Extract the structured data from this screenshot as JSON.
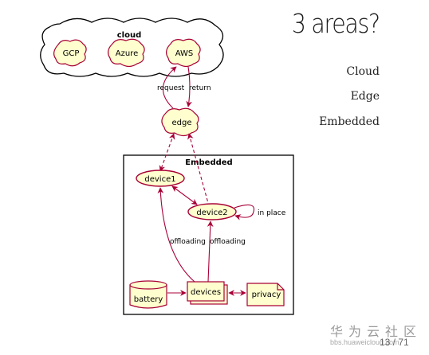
{
  "slide": {
    "title": "3 areas?",
    "areas": [
      "Cloud",
      "Edge",
      "Embedded"
    ],
    "page": "13 / 71"
  },
  "watermark": {
    "cn": "华为云社区",
    "url": "bbs.huaweicloud.com"
  },
  "diagram": {
    "cloud_group": "cloud",
    "providers": [
      "GCP",
      "Azure",
      "AWS"
    ],
    "edge": "edge",
    "embedded_group": "Embedded",
    "device1": "device1",
    "device2": "device2",
    "battery": "battery",
    "devices": "devices",
    "privacy": "privacy",
    "label_request": "request",
    "label_return": "return",
    "label_in_place": "in place",
    "label_offloading_1": "offloading",
    "label_offloading_2": "offloading"
  },
  "colors": {
    "node_fill": "#FEFECE",
    "edge_stroke": "#A80036",
    "arrow": "#A80036",
    "border": "#000000"
  }
}
